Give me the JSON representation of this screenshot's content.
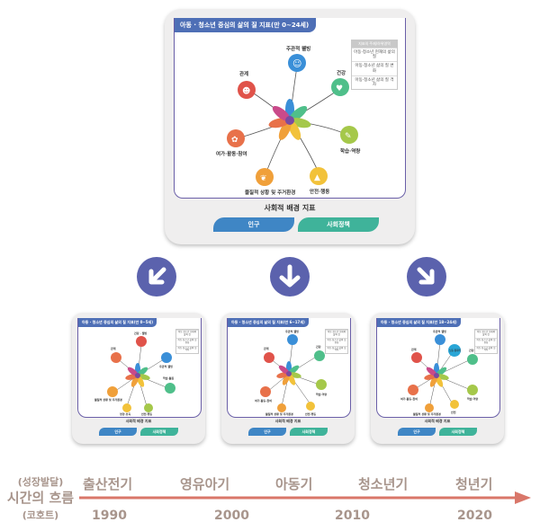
{
  "main_card": {
    "title": "아동 · 청소년 중심의 삶의 질 지표(만 0~24세)",
    "nodes": [
      "주관적 웰빙",
      "건강",
      "학습·역량",
      "안전·행동",
      "물질적 상황 및 주거환경",
      "여가·활동·참여",
      "관계"
    ],
    "legend": {
      "header": "지표의 주제/하위영역",
      "items": [
        "아동·청소년 현재의 삶의 질",
        "아동·청소년 삶의 질 변화",
        "아동·청소년 삶의 질 격차"
      ]
    },
    "background_label": "사회적 배경 지표",
    "pill_population": "인구",
    "pill_policy": "사회정책"
  },
  "small_cards": [
    {
      "title": "아동 · 청소년 중심의 삶의 질 지표(만 0~5세)",
      "nodes": [
        "건강 · 웰빙",
        "주관적 웰빙",
        "관계",
        "학습·돌봄",
        "물질적 상황 및 주거환경",
        "안전·행동",
        "영양·보육"
      ],
      "legend_items": [
        "아동·청소년 현재의 삶의 질",
        "아동·청소년 삶의 질 변화",
        "아동·청소년 삶의 질 격차"
      ],
      "background_label": "사회적 배경 지표",
      "pill_population": "인구",
      "pill_policy": "사회정책"
    },
    {
      "title": "아동 · 청소년 중심의 삶의 질 지표(만 6~17세)",
      "nodes": [
        "주관적 웰빙",
        "관계",
        "건강",
        "여가·활동·참여",
        "학습·역량",
        "물질적 상황 및 주거환경",
        "안전·행동"
      ],
      "legend_items": [
        "아동·청소년 현재의 삶의 질",
        "아동·청소년 삶의 질 변화",
        "아동·청소년 삶의 질 격차"
      ],
      "background_label": "사회적 배경 지표",
      "pill_population": "인구",
      "pill_policy": "사회정책"
    },
    {
      "title": "아동 · 청소년 중심의 삶의 질 지표(만 18~24세)",
      "nodes": [
        "주관적 웰빙",
        "노동·일자리",
        "관계",
        "건강",
        "여가·활동·참여",
        "학습·역량",
        "물질적 상황 및 주거환경",
        "안전"
      ],
      "legend_items": [
        "아동·청소년 현재의 삶의 질",
        "아동·청소년 삶의 질 변화",
        "아동·청소년 삶의 질 격차"
      ],
      "background_label": "사회적 배경 지표",
      "pill_population": "인구",
      "pill_policy": "사회정책"
    }
  ],
  "timeline": {
    "left_top": "(성장발달)",
    "left_main": "시간의 흐름",
    "left_bottom": "(코호트)",
    "stages": [
      "출산전기",
      "영유아기",
      "아동기",
      "청소년기",
      "청년기"
    ],
    "years": [
      "1990",
      "2000",
      "2010",
      "2020"
    ]
  },
  "colors": {
    "title_bar": "#4e6fb6",
    "pill_blue": "#3f86c5",
    "pill_green": "#3fb39a",
    "timeline": "#a8958c",
    "timeline_arrow": "#d9776a",
    "arrow_button": "#5b62ad"
  }
}
